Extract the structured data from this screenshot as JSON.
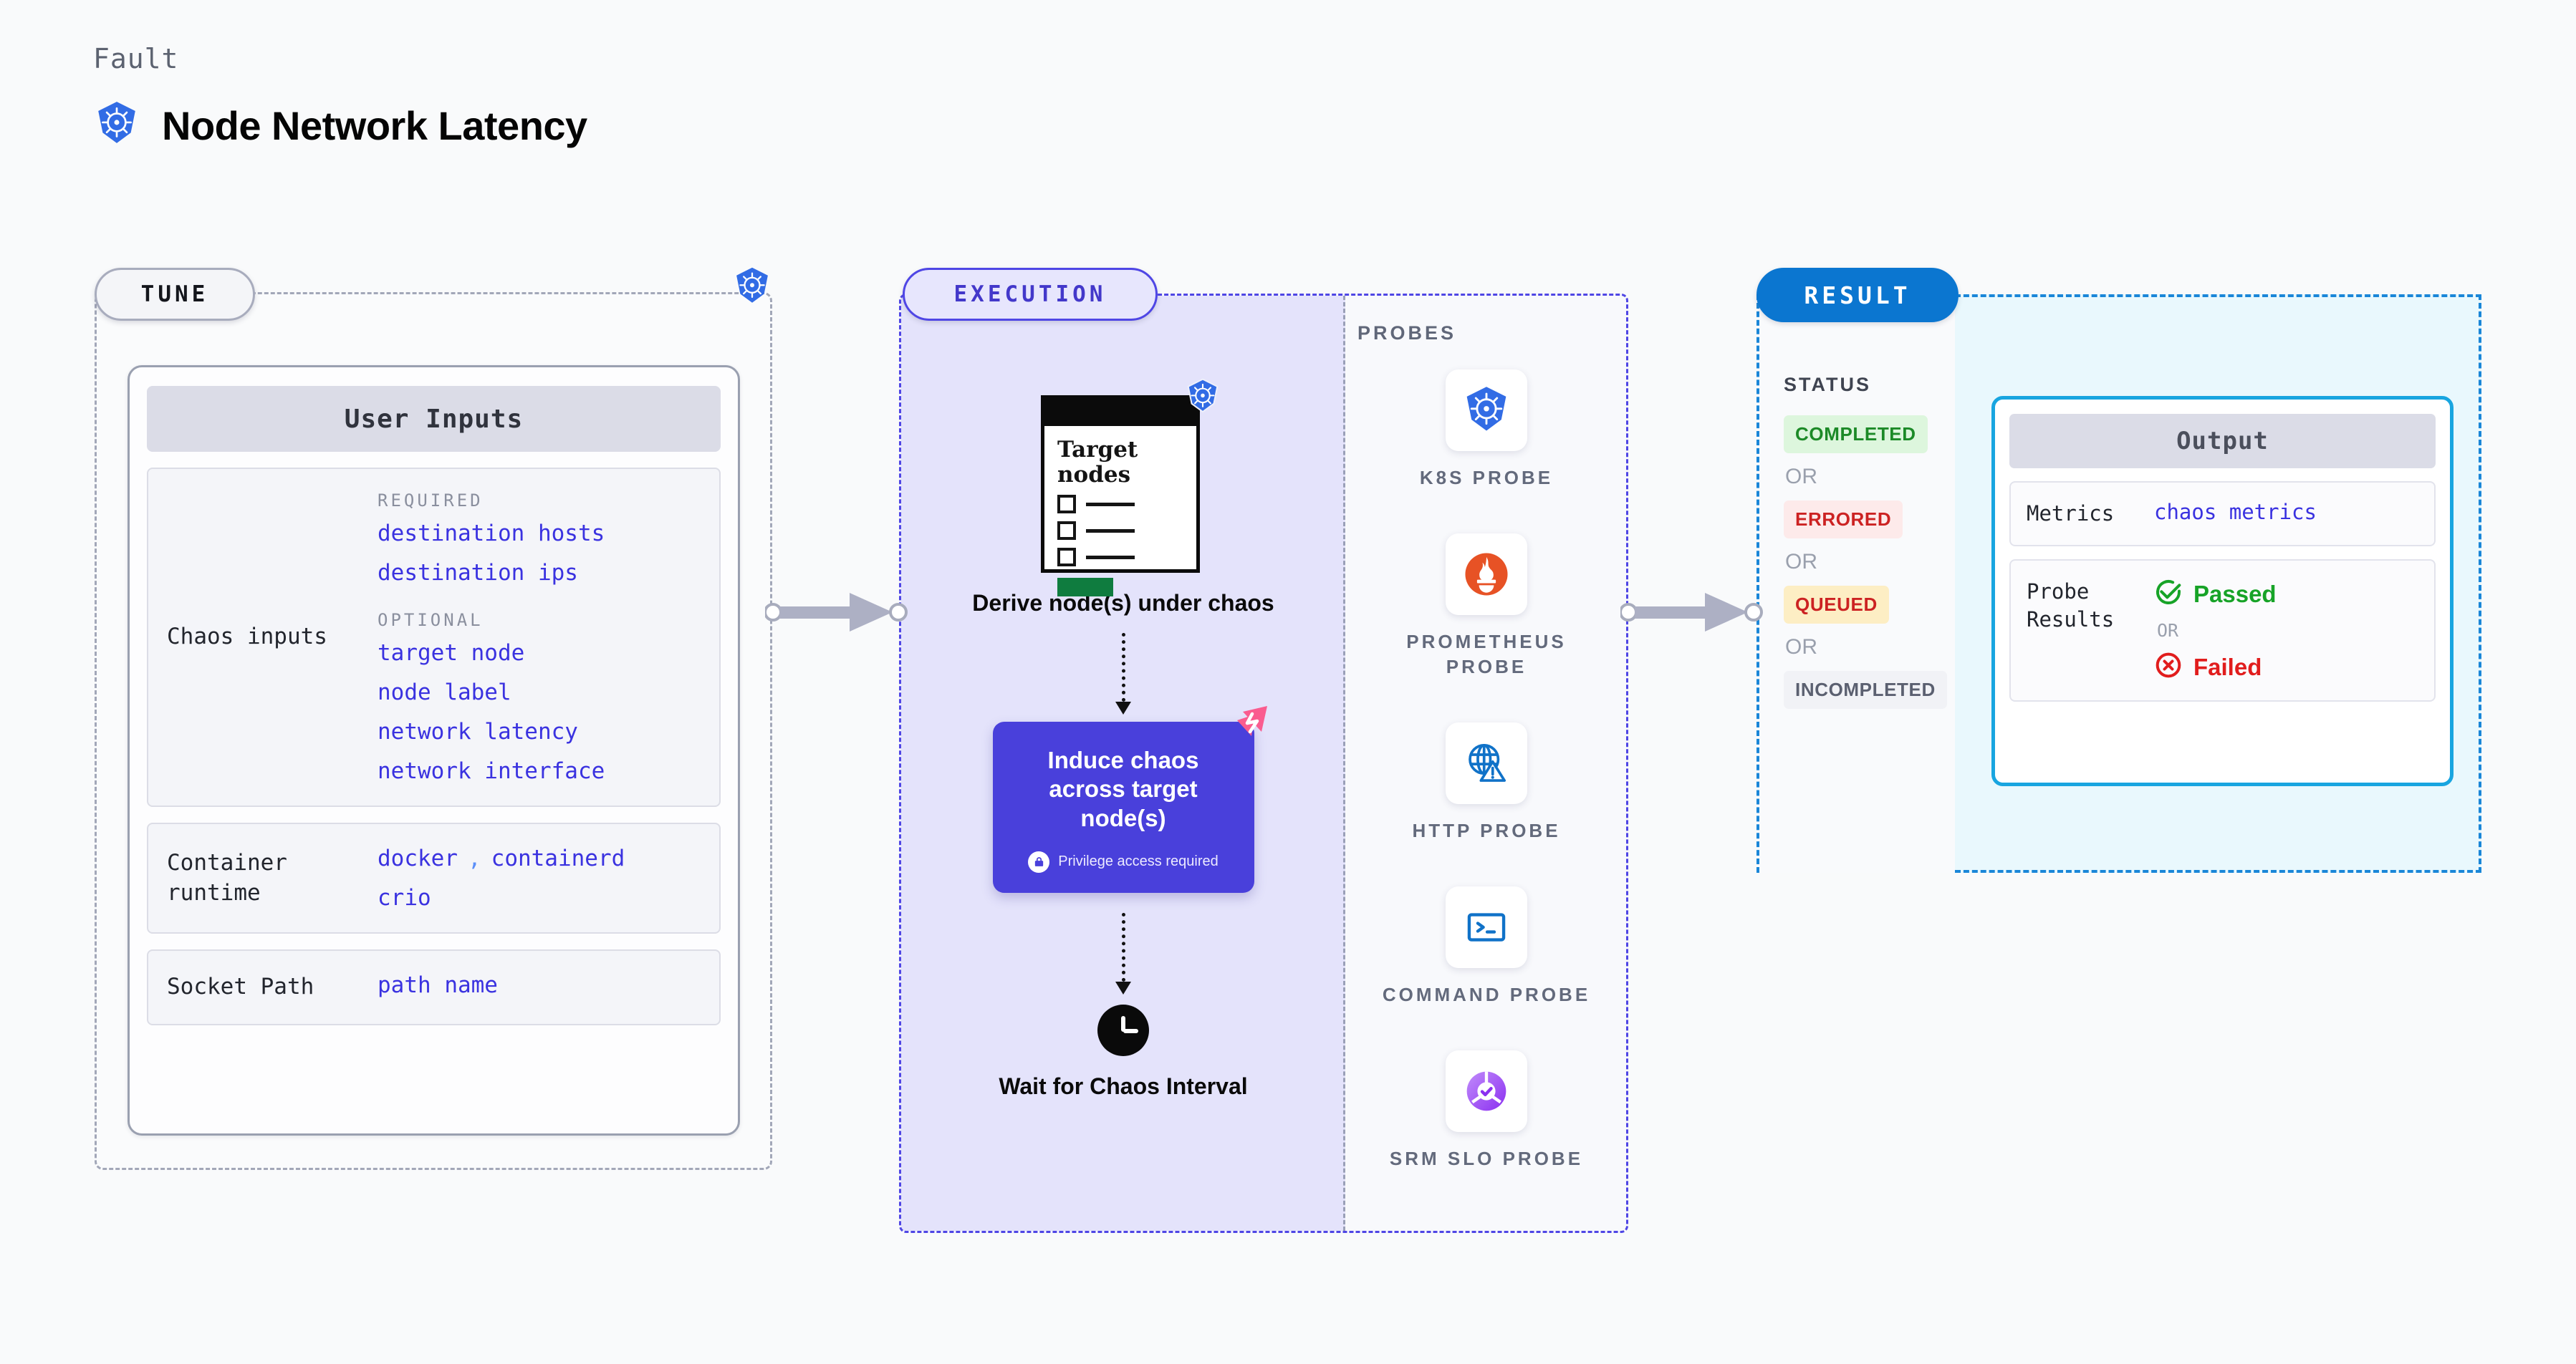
{
  "header": {
    "kicker": "Fault",
    "title": "Node Network Latency",
    "logo_icon": "kubernetes-icon"
  },
  "tune": {
    "pill_label": "TUNE",
    "badge_icon": "kubernetes-icon",
    "card_header": "User Inputs",
    "blocks": [
      {
        "label": "Chaos inputs",
        "groups": [
          {
            "caption": "REQUIRED",
            "values": [
              "destination hosts",
              "destination ips"
            ]
          },
          {
            "caption": "OPTIONAL",
            "values": [
              "target node",
              "node label",
              "network latency",
              "network interface"
            ]
          }
        ]
      },
      {
        "label": "Container runtime",
        "values_line1": [
          "docker",
          "containerd"
        ],
        "separator": ",",
        "values_line2": [
          "crio"
        ]
      },
      {
        "label": "Socket Path",
        "values": [
          "path name"
        ]
      }
    ]
  },
  "execution": {
    "pill_label": "EXECUTION",
    "steps": [
      {
        "id": "derive",
        "caption": "Derive node(s) under chaos",
        "card_title": "Target nodes",
        "card_icon": "kubernetes-icon"
      },
      {
        "id": "induce",
        "title": "Induce chaos across target node(s)",
        "privilege_note": "Privilege access required",
        "privilege_icon": "lock-icon",
        "corner_icon": "litmus-logo-icon",
        "box_color": "#4940db"
      },
      {
        "id": "wait",
        "caption": "Wait for Chaos Interval",
        "icon": "clock-icon"
      }
    ]
  },
  "probes": {
    "title": "PROBES",
    "items": [
      {
        "label": "K8S PROBE",
        "icon": "kubernetes-icon"
      },
      {
        "label": "PROMETHEUS PROBE",
        "icon": "prometheus-icon"
      },
      {
        "label": "HTTP PROBE",
        "icon": "globe-warning-icon"
      },
      {
        "label": "COMMAND PROBE",
        "icon": "terminal-icon"
      },
      {
        "label": "SRM SLO PROBE",
        "icon": "srm-slo-icon"
      }
    ]
  },
  "result": {
    "pill_label": "RESULT",
    "status_title": "STATUS",
    "or_label": "OR",
    "statuses": [
      {
        "label": "COMPLETED",
        "color": "#1c8a27",
        "bg": "#ddf6dd"
      },
      {
        "label": "ERRORED",
        "color": "#cc2222",
        "bg": "#fdeaea"
      },
      {
        "label": "QUEUED",
        "color": "#cc2222",
        "bg": "#fdeec4"
      },
      {
        "label": "INCOMPLETED",
        "color": "#5b6070",
        "bg": "#f1f2f6"
      }
    ],
    "output": {
      "header": "Output",
      "metrics_label": "Metrics",
      "metrics_value": "chaos metrics",
      "probe_results_label": "Probe Results",
      "passed_label": "Passed",
      "passed_icon": "check-circle-icon",
      "failed_label": "Failed",
      "failed_icon": "x-circle-icon",
      "or_label": "OR"
    }
  },
  "colors": {
    "accent_purple": "#4f46e5",
    "accent_blue": "#0b76d0",
    "value_blue": "#3a32e0",
    "k8s_blue": "#326ce5",
    "litmus_pink": "#fa5c8f"
  }
}
